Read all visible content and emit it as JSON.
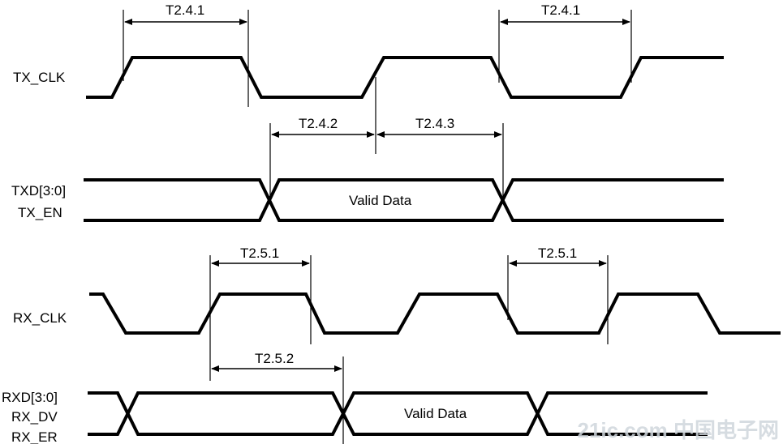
{
  "signals": {
    "tx_clk": "TX_CLK",
    "txd": "TXD[3:0]",
    "tx_en": "TX_EN",
    "rx_clk": "RX_CLK",
    "rxd": "RXD[3:0]",
    "rx_dv": "RX_DV",
    "rx_er": "RX_ER"
  },
  "bus_text": {
    "tx_valid": "Valid Data",
    "rx_valid": "Valid Data"
  },
  "timings": {
    "t241_a": "T2.4.1",
    "t241_b": "T2.4.1",
    "t242": "T2.4.2",
    "t243": "T2.4.3",
    "t251_a": "T2.5.1",
    "t251_b": "T2.5.1",
    "t252": "T2.5.2"
  },
  "watermark": "21ic.com 中国电子网"
}
